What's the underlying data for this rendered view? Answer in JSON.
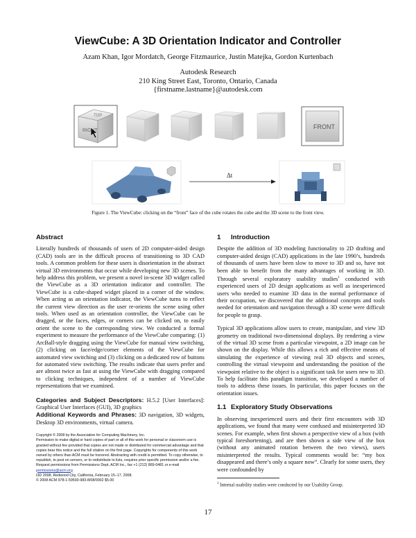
{
  "title": "ViewCube: A 3D Orientation Indicator and Controller",
  "authors": "Azam Khan, Igor Mordatch, George Fitzmaurice, Justin Matejka, Gordon Kurtenbach",
  "affiliation": {
    "org": "Autodesk Research",
    "address": "210 King Street East, Toronto, Ontario, Canada",
    "email": "{firstname.lastname}@autodesk.com"
  },
  "figure": {
    "cube_labels": [
      "TOP",
      "RIGHT",
      "FRONT"
    ],
    "arrow_label": "Δt",
    "caption": "Figure 1. The ViewCube: clicking on the “front” face of the cube rotates the cube and the 3D scene to the front view."
  },
  "abstract": {
    "heading": "Abstract",
    "text": "Literally hundreds of thousands of users of 2D computer-aided design (CAD) tools are in the difficult process of transitioning to 3D CAD tools. A common problem for these users is disorientation in the abstract virtual 3D environments that occur while developing new 3D scenes. To help address this problem, we present a novel in-scene 3D widget called the ViewCube as a 3D orientation indicator and controller. The ViewCube is a cube-shaped widget placed in a corner of the window. When acting as an orientation indicator, the ViewCube turns to reflect the current view direction as the user re-orients the scene using other tools. When used as an orientation controller, the ViewCube can be dragged, or the faces, edges, or corners can be clicked on, to easily orient the scene to the corresponding view. We conducted a formal experiment to measure the performance of the ViewCube comparing: (1) ArcBall-style dragging using the ViewCube for manual view switching, (2) clicking on face/edge/corner elements of the ViewCube for automated view switching and (3) clicking on a dedicated row of buttons for automated view switching. The results indicate that users prefer and are almost twice as fast at using the ViewCube with dragging compared to clicking techniques, independent of a number of ViewCube representations that we examined."
  },
  "categories": {
    "label": "Categories and Subject Descriptors:",
    "text": "H.5.2 [User Interfaces]: Graphical User Interfaces (GUI), 3D graphics"
  },
  "keywords": {
    "label": "Additional Keywords and Phrases:",
    "text": "3D navigation, 3D widgets, Desktop 3D environments, virtual camera."
  },
  "copyright": {
    "line1": "Copyright © 2008 by the Association for Computing Machinery, Inc.",
    "body": "Permission to make digital or hard copies of part or all of this work for personal or classroom use is granted without fee provided that copies are not made or distributed for commercial advantage and that copies bear this notice and the full citation on the first page. Copyrights for components of this work owned by others than ACM must be honored. Abstracting with credit is permitted. To copy otherwise, to republish, to post on servers, or to redistribute to lists, requires prior specific permission and/or a fee. Request permissions from Permissions Dept, ACM Inc., fax +1 (212) 869-0481 or e-mail",
    "email": "permissions@acm.org",
    "conf": "I3D 2008, Redwood City, California, February 15–17, 2008.",
    "isbn": "© 2008 ACM 978-1-59593-983-8/08/0002 $5.00"
  },
  "intro": {
    "num": "1",
    "heading": "Introduction",
    "p1": "Despite the addition of 3D modeling functionality to 2D drafting and computer-aided design (CAD) applications in the late 1990’s, hundreds of thousands of users have been slow to move to 3D and so, have not been able to benefit from the many advantages of working in 3D. Through several exploratory usability studies",
    "p1_sup": "1",
    "p1_rest": " conducted with experienced users of 2D design applications as well as inexperienced users who needed to examine 3D data in the normal performance of their occupation, we discovered that the additional concepts and tools needed for orientation and navigation through a 3D scene were difficult for people to grasp.",
    "p2": "Typical 3D applications allow users to create, manipulate, and view 3D geometry on traditional two-dimensional displays. By rendering a view of the virtual 3D scene from a particular viewpoint, a 2D image can be shown on the display. While this allows a rich and effective means of simulating the experience of viewing real 3D objects and scenes, controlling the virtual viewpoint and understanding the position of the viewpoint relative to the object is a significant task for users new to 3D. To help facilitate this paradigm transition, we developed a number of tools to address these issues. In particular, this paper focuses on the orientation issues."
  },
  "exploratory": {
    "num": "1.1",
    "heading": "Exploratory Study Observations",
    "p1": "In observing inexperienced users and their first encounters with 3D applications, we found that many were confused and misinterpreted 3D scenes. For example, when first shown a perspective view of a box (with typical foreshortening), and are then shown a side view of the box (without any animated rotation between the two views), users misinterpreted the results. Typical comments would be: “my box disappeared and there’s only a square now”. Clearly for some users, they were confounded by"
  },
  "footnote": {
    "sup": "1",
    "text": " Internal usability studies were conducted by our Usability Group."
  },
  "page_number": "17"
}
